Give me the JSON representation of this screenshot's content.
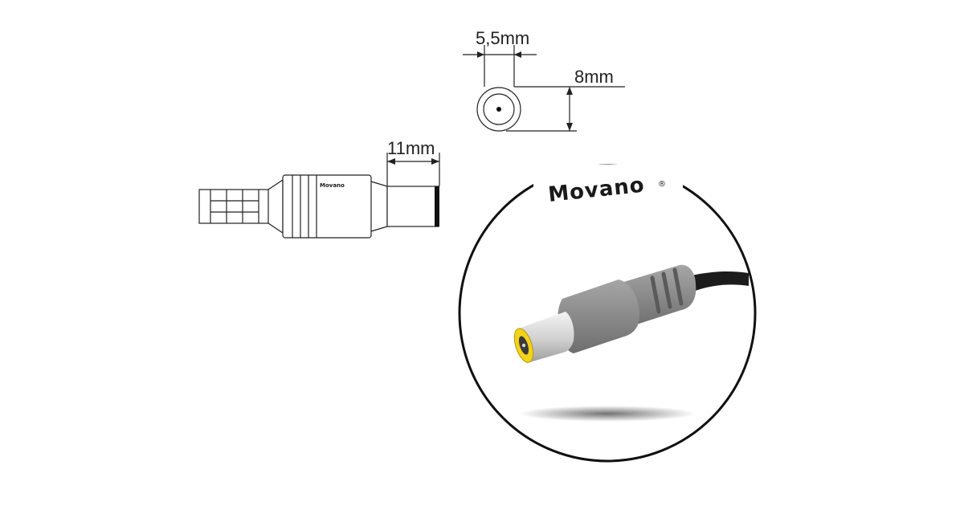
{
  "dimensions": {
    "inner_diameter": "5,5mm",
    "outer_diameter": "8mm",
    "tip_length": "11mm"
  },
  "brand": {
    "name": "Movano",
    "mark": "®"
  },
  "colors": {
    "line": "#222222",
    "plug_gray": "#8c8c8c",
    "tip_metal": "#d8d8d8",
    "tip_yellow": "#f2d21a",
    "cable": "#1c1c1c"
  }
}
